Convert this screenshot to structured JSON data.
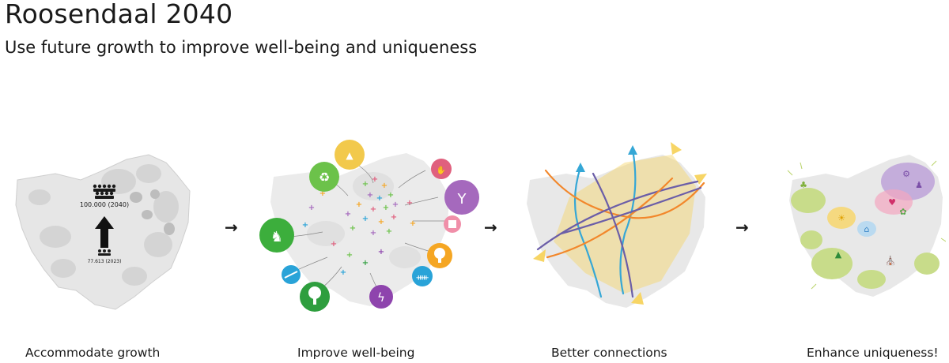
{
  "header": {
    "title": "Roosendaal 2040",
    "subtitle": "Use future growth to improve well-being and uniqueness"
  },
  "panels": [
    {
      "caption": "Accommodate growth",
      "labels": {
        "future": "100.000 (2040)",
        "current": "77.613 (2023)"
      }
    },
    {
      "caption": "Improve well-being",
      "icons": [
        "pyramid-icon",
        "recycle-icon",
        "handshake-icon",
        "cocktail-icon",
        "gift-icon",
        "deer-icon",
        "tree-icon",
        "people-icon",
        "canoe-icon",
        "oak-tree-icon",
        "lightning-icon"
      ],
      "colors": [
        "#f2c94c",
        "#6cc24a",
        "#e0607e",
        "#a569bd",
        "#f08fa9",
        "#3cae3c",
        "#f5a623",
        "#29a3d8",
        "#2e9e3e",
        "#8e44ad"
      ]
    },
    {
      "caption": "Better connections",
      "colors": {
        "blue": "#35a7d6",
        "orange": "#f2872b",
        "purple": "#6b5ea8",
        "yellow": "#f7d565"
      }
    },
    {
      "caption": "Enhance uniqueness!",
      "colors": {
        "green": "#c8dc8a",
        "purple": "#b594d6",
        "pink": "#f4a6c0",
        "yellow": "#f7d565"
      }
    }
  ],
  "arrows": [
    "→",
    "→",
    "→"
  ]
}
